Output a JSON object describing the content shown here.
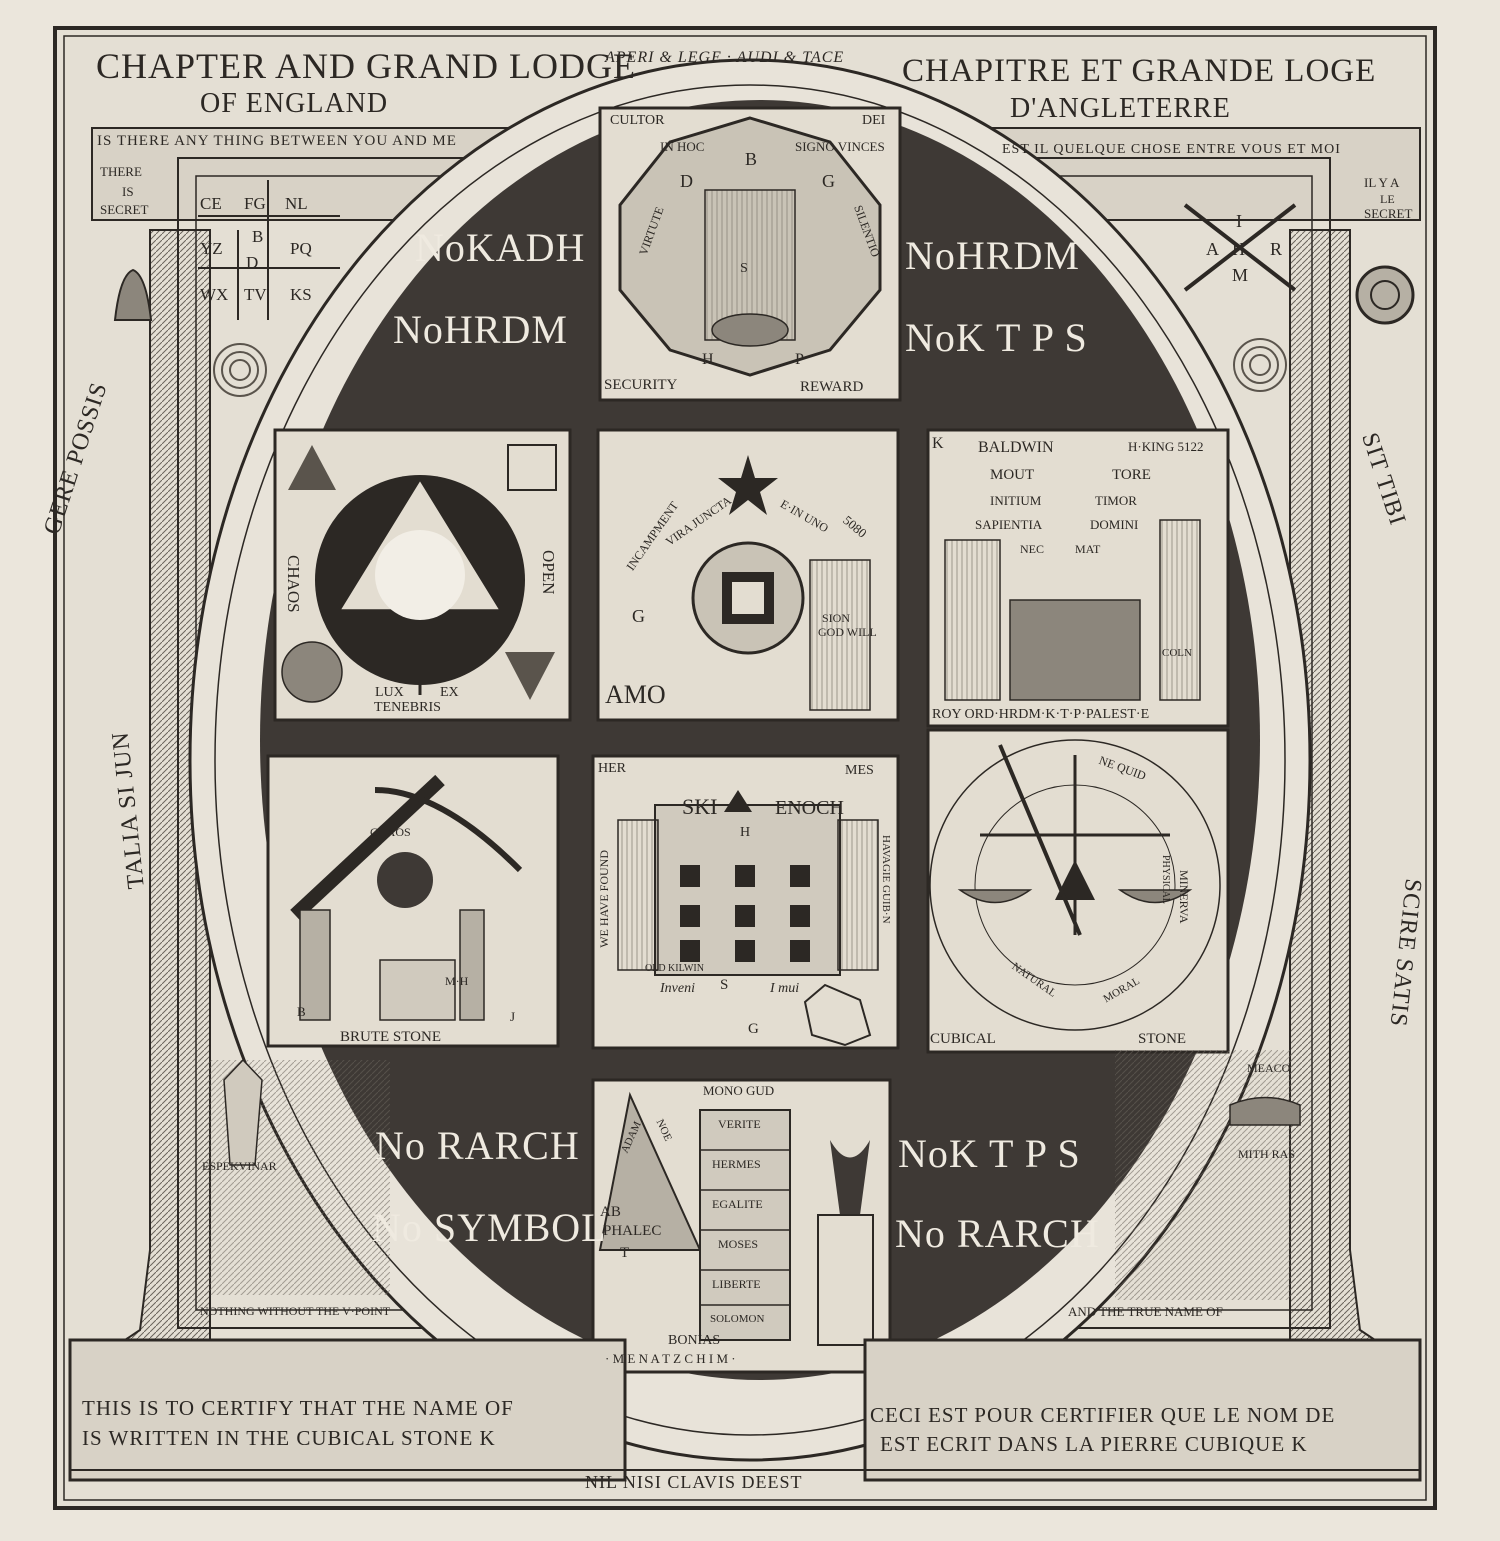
{
  "header": {
    "title_en_1": "CHAPTER AND GRAND LODGE",
    "title_en_2": "OF ENGLAND",
    "motto_top": "APERI & LEGE · AUDI & TACE",
    "title_fr_1": "CHAPITRE ET GRANDE LOGE",
    "title_fr_2": "D'ANGLETERRE"
  },
  "banners": {
    "left": "IS THERE ANY THING BETWEEN YOU AND ME",
    "right": "EST IL QUELQUE CHOSE ENTRE VOUS ET MOI",
    "left_there": "THERE",
    "left_is": "IS",
    "left_secret": "SECRET",
    "right_ilya": "IL Y A",
    "right_le": "LE",
    "right_secret": "SECRET"
  },
  "cipher_grid": {
    "row1": "CE  FG  NL",
    "row2": "YZ  B·D  PQ",
    "row3": "WX  TV  KS",
    "cells": [
      "CE",
      "FG",
      "NL",
      "YZ",
      "B",
      "D",
      "PQ",
      "WX",
      "TV",
      "KS"
    ]
  },
  "x_monogram": [
    "I",
    "A",
    "R",
    "H",
    "M"
  ],
  "inscriptions": {
    "no_kadh": "NoKADH",
    "no_hrdm_1": "NoHRDM",
    "no_hrdm_2": "NoHRDM",
    "no_ktps_1": "NoK T P S",
    "no_rarch_1": "No RARCH",
    "no_symbol": "No SYMBOL",
    "no_ktps_2": "NoK T P S",
    "no_rarch_2": "No RARCH"
  },
  "side_mottos": {
    "left_upper": "GERE POSSIS",
    "left_lower": "TALIA SI JUN",
    "right_upper": "SIT TIBI",
    "right_lower": "SCIRE SATIS"
  },
  "panels": {
    "top": {
      "cultor": "CULTOR",
      "dei": "DEI",
      "in_hoc": "IN HOC",
      "signo_vinces": "SIGNO VINCES",
      "virtute": "VIRTUTE",
      "silentio": "SILENTIO",
      "b": "B",
      "d": "D",
      "g": "G",
      "h": "H",
      "p": "P",
      "s": "S",
      "security": "SECURITY",
      "reward": "REWARD"
    },
    "chaos": {
      "chaos": "CHAOS",
      "open": "OPEN",
      "lux": "LUX",
      "ex": "EX",
      "tenebris": "TENEBRIS"
    },
    "star": {
      "incampment": "INCAMPMENT",
      "vis_uniti": "VIRA JUNCTA",
      "in_uno": "E·IN UNO",
      "year": "5080",
      "sion": "SION",
      "god_will": "GOD WILL",
      "amo": "AMO",
      "g": "G"
    },
    "baldwin": {
      "k": "K",
      "baldwin": "BALDWIN",
      "kking": "H·KING 5122",
      "mout": "MOUT",
      "tore": "TORE",
      "initium": "INITIUM",
      "timor": "TIMOR",
      "sapientia": "SAPIENTIA",
      "domini": "DOMINI",
      "nec": "NEC",
      "mat": "MAT",
      "coln": "COLN",
      "roy_ord": "ROY ORD·HRDM·K·T·P·PALEST·E"
    },
    "brute": {
      "chaos": "CHAOS",
      "b": "B",
      "j": "J",
      "mh": "M·H",
      "brute_stone": "BRUTE STONE"
    },
    "hermes": {
      "her": "HER",
      "mes": "MES",
      "ski": "SKI",
      "enoch": "ENOCH",
      "we_have_found": "WE HAVE FOUND",
      "guib": "HAVAGIE GUIB·N",
      "old_kilwin": "OLD KILWIN",
      "inveni": "Inveni",
      "i_mui": "I mui",
      "s": "S",
      "g": "G",
      "h": "H"
    },
    "cubical": {
      "cubical": "CUBICAL",
      "stone": "STONE",
      "ne_quid": "NE QUID",
      "minerva": "MINERVA",
      "physical": "PHYSICAL",
      "natural": "NATURAL",
      "moral": "MORAL"
    },
    "bottom": {
      "mono_gud": "MONO GUD",
      "adam": "ADAM",
      "noe": "NOE",
      "verite": "VERITE",
      "hermes": "HERMES",
      "egalite": "EGALITE",
      "moses": "MOSES",
      "liberte": "LIBERTE",
      "solomon": "SOLOMON",
      "phalec": "PHALEC",
      "ab": "AB",
      "t": "T",
      "menatzchim": "· M E N A T Z C H I M ·",
      "bonias": "BONIAS"
    }
  },
  "lower_left": {
    "espekvinar": "ESPEKVINAR",
    "nothing": "NOTHING WITHOUT THE V·POINT"
  },
  "lower_right": {
    "meaco": "MEACO",
    "mithras": "MITH  RAS",
    "true_name": "AND THE TRUE NAME OF"
  },
  "certificate": {
    "en_1": "THIS IS TO CERTIFY THAT THE NAME OF",
    "en_2": "IS WRITTEN IN THE CUBICAL STONE K",
    "fr_1": "CECI EST POUR CERTIFIER QUE LE NOM DE",
    "fr_2": "EST ECRIT DANS LA PIERRE  CUBIQUE K"
  },
  "footer": {
    "motto": "NIL   NISI   CLAVIS   DEEST"
  },
  "colors": {
    "paper": "#ebe6dc",
    "ink": "#2c2824",
    "oval": "#3e3935",
    "panel": "#e3ddd1"
  }
}
